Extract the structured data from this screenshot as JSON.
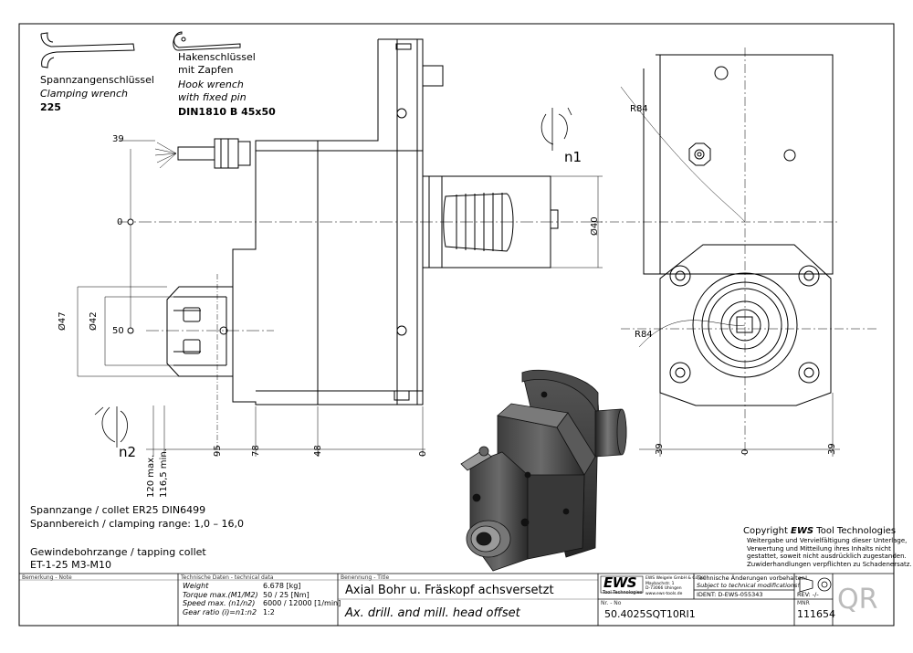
{
  "wrench": {
    "name_de": "Spannzangenschlüssel",
    "name_en": "Clamping wrench",
    "size": "225"
  },
  "hook_wrench": {
    "name_de_1": "Hakenschlüssel",
    "name_de_2": "mit Zapfen",
    "name_en_1": "Hook wrench",
    "name_en_2": "with fixed pin",
    "norm": "DIN1810 B 45x50"
  },
  "dimensions": {
    "y_39": "39",
    "y_0": "0",
    "y_50": "50",
    "d47": "Ø47",
    "d42": "Ø42",
    "d40": "Ø40",
    "x_120": "120 max.",
    "x_116": "116,5 min.",
    "x_95": "95",
    "x_78": "78",
    "x_48": "48",
    "x_0": "0",
    "r84_top": "R84",
    "r84_bot": "R84",
    "side_39_left": "39",
    "side_0": "0",
    "side_39_right": "39",
    "n1": "n1",
    "n2": "n2"
  },
  "specs": {
    "collet_line": "Spannzange / collet   ER25   DIN6499",
    "range_line": "Spannbereich / clamping range: 1,0 – 16,0",
    "tapping_line": "Gewindebohrzange / tapping collet",
    "tapping_value": "ET-1-25   M3-M10"
  },
  "copyright": {
    "line1_prefix": "Copyright ",
    "line1_brand": "EWS",
    "line1_suffix": " Tool Technologies",
    "line2": "Weitergabe und Vervielfältigung dieser Unterlage,",
    "line3": "Verwertung und Mitteilung ihres Inhalts nicht",
    "line4": "gestattet, soweit nicht ausdrücklich zugestanden.",
    "line5": "Zuwiderhandlungen verpflichten zu Schadenersatz."
  },
  "titleblock": {
    "note_label": "Bemerkung - Note",
    "tech_label": "Technische Daten - technical data",
    "weight_label": "Weight",
    "weight_value": "6.678 [kg]",
    "torque_label": "Torque max.(M1/M2)",
    "torque_value": "50 / 25 [Nm]",
    "speed_label": "Speed max. (n1/n2)",
    "speed_value": "6000 / 12000 [1/min]",
    "ratio_label": "Gear ratio  (i)=n1:n2",
    "ratio_value": "1:2",
    "title_label": "Benennung - Title",
    "title_de": "Axial Bohr u. Fräskopf achsversetzt",
    "title_en": "Ax. drill. and mill. head offset",
    "logo": "EWS",
    "logo_sub": "Tool Technologies",
    "company_1": "EWS Weigele GmbH & Co. KG",
    "company_2": "Maybachstr. 1",
    "company_3": "D-73066 Uhingen",
    "company_4": "www.ews-tools.de",
    "change_de": "Technische Änderungen vorbehalten!",
    "change_en": "Subject to technical modifications!",
    "ident": "IDENT: D-EWS-055343",
    "rev": "REV: -/-",
    "nr_label": "Nr. - No",
    "part_no": "50.4025SQT10RI1",
    "mnr_label": "MNR",
    "mnr_value": "111654",
    "qr": "QR"
  }
}
